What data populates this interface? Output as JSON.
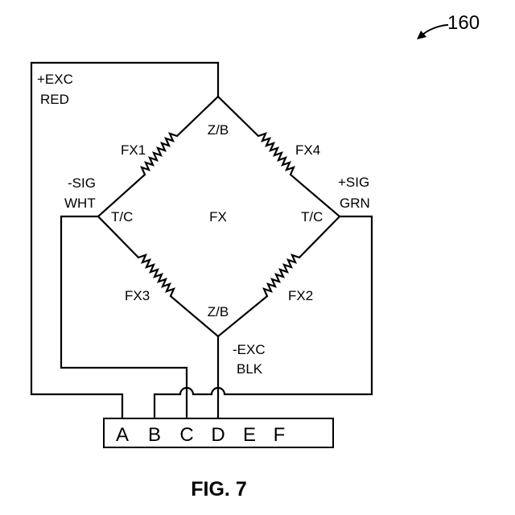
{
  "reference_number": "160",
  "figure_caption": "FIG. 7",
  "bridge": {
    "center_label": "FX",
    "top_node_label": "Z/B",
    "bottom_node_label": "Z/B",
    "left_node_label": "T/C",
    "right_node_label": "T/C",
    "resistors": [
      {
        "id": "FX1",
        "label": "FX1"
      },
      {
        "id": "FX4",
        "label": "FX4"
      },
      {
        "id": "FX3",
        "label": "FX3"
      },
      {
        "id": "FX2",
        "label": "FX2"
      }
    ]
  },
  "wires": {
    "exc_pos": {
      "signal": "+EXC",
      "color": "RED"
    },
    "exc_neg": {
      "signal": "-EXC",
      "color": "BLK"
    },
    "sig_neg": {
      "signal": "-SIG",
      "color": "WHT"
    },
    "sig_pos": {
      "signal": "+SIG",
      "color": "GRN"
    }
  },
  "connector": {
    "pins": [
      "A",
      "B",
      "C",
      "D",
      "E",
      "F"
    ]
  }
}
